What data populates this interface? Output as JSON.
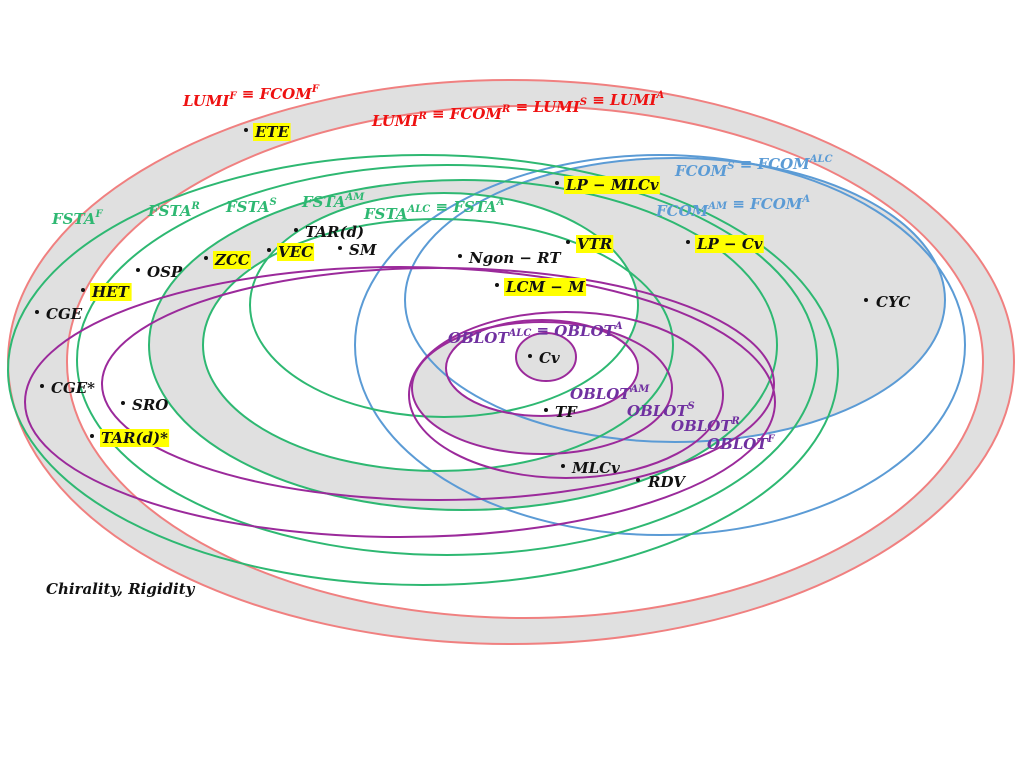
{
  "colors": {
    "lumi": "#f08080",
    "lumi_text": "#ee1111",
    "fcom": "#5b9bd5",
    "fcom_text": "#5b9bd5",
    "fsta": "#2eb872",
    "fsta_text": "#2eb872",
    "oblot": "#9b2a9b",
    "oblot_text": "#7030a0",
    "shade": "#e0e0e0",
    "highlight": "#ffff00"
  },
  "set_labels": {
    "lumi_f": "LUMI^F ≡ FCOM^F",
    "lumi_r": "LUMI^R ≡ FCOM^R ≡ LUMI^S ≡ LUMI^A",
    "fcom_s": "FCOM^S ≡ FCOM^ALC",
    "fcom_am": "FCOM^AM ≡ FCOM^A",
    "fsta_f": "FSTA^F",
    "fsta_r": "FSTA^R",
    "fsta_s": "FSTA^S",
    "fsta_am": "FSTA^AM",
    "fsta_alc": "FSTA^ALC ≡ FSTA^A",
    "oblot_alc": "OBLOT^ALC ≡ OBLOT^A",
    "oblot_am": "OBLOT^AM",
    "oblot_s": "OBLOT^S",
    "oblot_r": "OBLOT^R",
    "oblot_f": "OBLOT^F"
  },
  "points": {
    "ete": "ETE",
    "lp_mlcv": "LP − MLCv",
    "tar_d": "TAR(d)",
    "sm": "SM",
    "vec": "VEC",
    "zcc": "ZCC",
    "osp": "OSP",
    "het": "HET",
    "cge": "CGE",
    "cge_star": "CGE*",
    "sro": "SRO",
    "tar_d_star": "TAR(d)*",
    "vtr": "VTR",
    "lp_cv": "LP − Cv",
    "ngon_rt": "Ngon − RT",
    "lcm_m": "LCM − M",
    "cyc": "CYC",
    "cv": "Cv",
    "tf": "TF",
    "mlcv": "MLCv",
    "rdv": "RDV"
  },
  "caption": "Chirality, Rigidity"
}
